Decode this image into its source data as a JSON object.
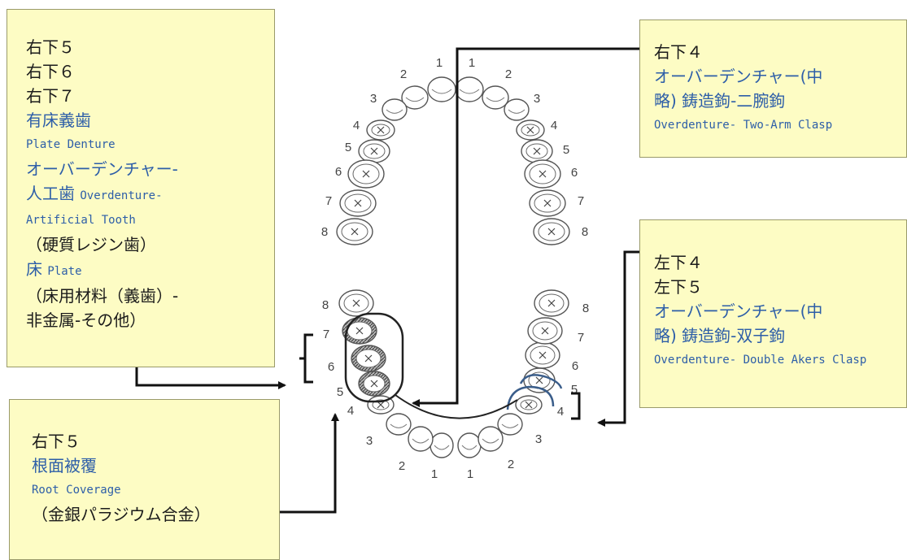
{
  "boxes": {
    "top_left": {
      "lines": [
        {
          "text": "右下５",
          "style": "k"
        },
        {
          "text": "右下６",
          "style": "k"
        },
        {
          "text": "右下７",
          "style": "k"
        },
        {
          "text": "有床義歯",
          "style": "b"
        },
        {
          "text": "Plate Denture",
          "style": "e"
        },
        {
          "text": "オーバーデンチャー-",
          "style": "b"
        },
        {
          "parts": [
            {
              "text": "人工歯 ",
              "style": "b"
            },
            {
              "text": "Overdenture-",
              "style": "e"
            }
          ]
        },
        {
          "text": "Artificial Tooth",
          "style": "e"
        },
        {
          "text": "（硬質レジン歯）",
          "style": "k"
        },
        {
          "parts": [
            {
              "text": "床 ",
              "style": "b"
            },
            {
              "text": "Plate",
              "style": "e"
            }
          ]
        },
        {
          "text": "（床用材料（義歯）-",
          "style": "k"
        },
        {
          "text": "非金属-その他）",
          "style": "k"
        }
      ]
    },
    "bottom_left": {
      "lines": [
        {
          "text": "右下５",
          "style": "k"
        },
        {
          "text": "根面被覆",
          "style": "b"
        },
        {
          "text": "Root Coverage",
          "style": "e"
        },
        {
          "text": "（金銀パラジウム合金）",
          "style": "k"
        }
      ]
    },
    "top_right": {
      "lines": [
        {
          "text": "右下４",
          "style": "k"
        },
        {
          "text": "オーバーデンチャー(中",
          "style": "b"
        },
        {
          "text": "略) 鋳造鉤-二腕鉤",
          "style": "b"
        },
        {
          "text": "Overdenture- Two-Arm Clasp",
          "style": "e"
        }
      ]
    },
    "bottom_right": {
      "lines": [
        {
          "text": "左下４",
          "style": "k"
        },
        {
          "text": "左下５",
          "style": "k"
        },
        {
          "text": "オーバーデンチャー(中",
          "style": "b"
        },
        {
          "text": "略) 鋳造鉤-双子鉤",
          "style": "b"
        },
        {
          "text": "Overdenture- Double Akers Clasp",
          "style": "e"
        }
      ]
    }
  },
  "tooth_numbers": {
    "upper_right": [
      "1",
      "2",
      "3",
      "4",
      "5",
      "6",
      "7",
      "8"
    ],
    "upper_left": [
      "1",
      "2",
      "3",
      "4",
      "5",
      "6",
      "7",
      "8"
    ],
    "lower_right": [
      "1",
      "2",
      "3",
      "4",
      "5",
      "6",
      "7",
      "8"
    ],
    "lower_left": [
      "1",
      "2",
      "3",
      "4",
      "5",
      "6",
      "7",
      "8"
    ]
  },
  "colors": {
    "box_fill": "#fdfcc4",
    "label_blue": "#2d5ea8",
    "arrow": "#111111",
    "tooth_outline": "#555555"
  }
}
